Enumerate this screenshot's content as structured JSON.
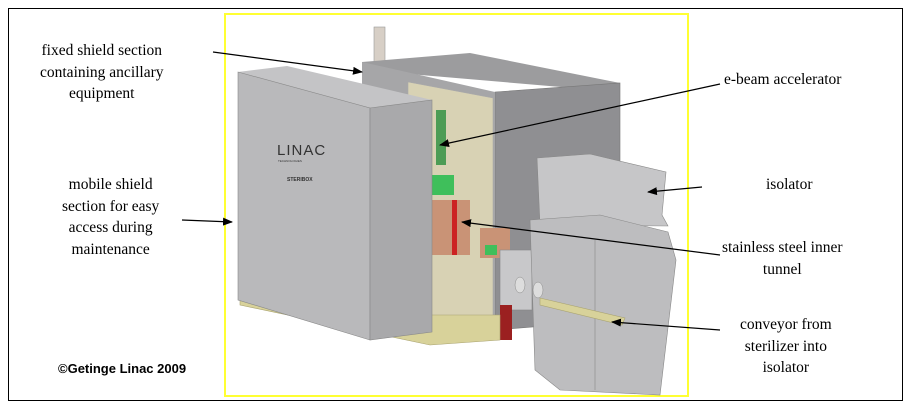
{
  "labels": {
    "fixed_shield": [
      "fixed shield section",
      "containing ancillary",
      "equipment"
    ],
    "mobile_shield": [
      "mobile shield",
      "section for easy",
      "access during",
      "maintenance"
    ],
    "ebeam": "e-beam accelerator",
    "isolator": "isolator",
    "tunnel": [
      "stainless steel inner",
      "tunnel"
    ],
    "conveyor": [
      "conveyor from",
      "sterilizer into",
      "isolator"
    ]
  },
  "copyright": "©Getinge Linac 2009",
  "logo": {
    "brand": "LINAC",
    "sub": "TECHNOLOGIES",
    "product": "STERIBOX"
  },
  "colors": {
    "highlight_frame": "#ffff33",
    "shield_gray": "#b9b9bb",
    "base_yellow": "#d8d29a"
  }
}
